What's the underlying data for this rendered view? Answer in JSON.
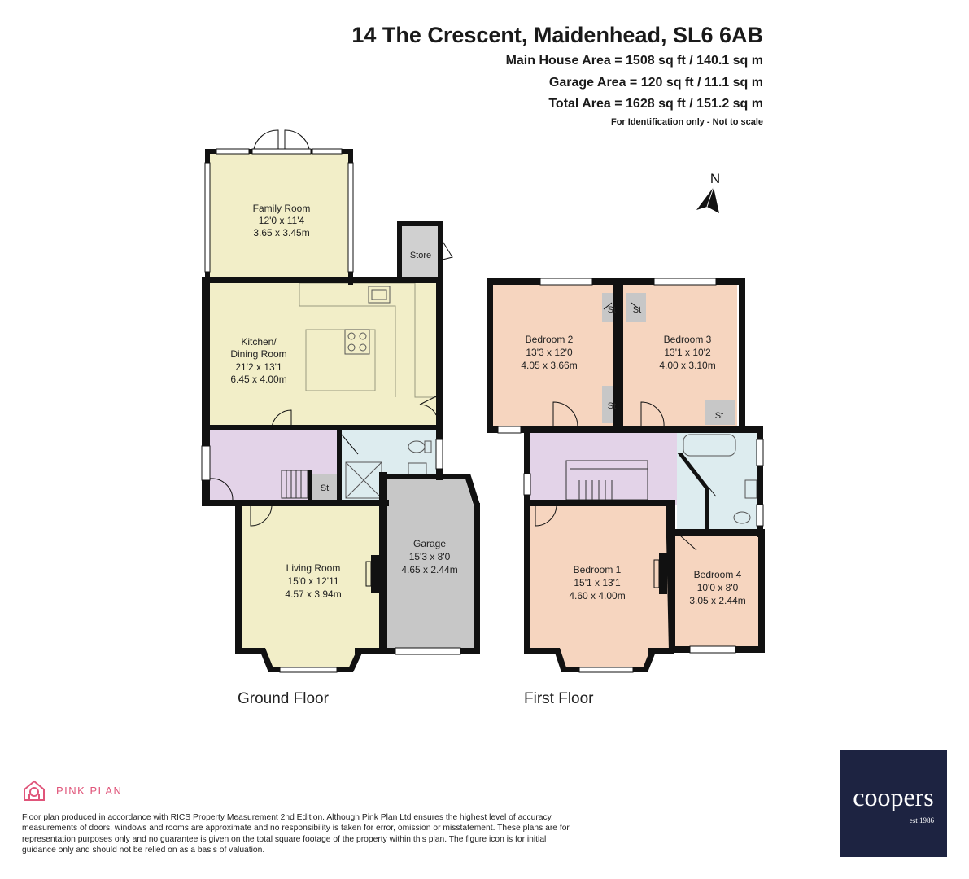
{
  "header": {
    "title": "14 The Crescent, Maidenhead, SL6 6AB",
    "main_area": "Main House Area = 1508 sq ft / 140.1 sq m",
    "garage_area": "Garage Area = 120 sq ft / 11.1 sq m",
    "total_area": "Total Area = 1628 sq ft / 151.2 sq m",
    "note": "For Identification only - Not to scale"
  },
  "compass": {
    "label": "N"
  },
  "floors": {
    "ground": {
      "label": "Ground Floor",
      "rooms": {
        "family": {
          "name": "Family Room",
          "imperial": "12'0 x 11'4",
          "metric": "3.65 x 3.45m"
        },
        "kitchen": {
          "name_line1": "Kitchen/",
          "name_line2": "Dining Room",
          "imperial": "21'2 x 13'1",
          "metric": "6.45 x 4.00m"
        },
        "living": {
          "name": "Living Room",
          "imperial": "15'0 x 12'11",
          "metric": "4.57 x 3.94m"
        },
        "garage": {
          "name": "Garage",
          "imperial": "15'3 x 8'0",
          "metric": "4.65 x 2.44m"
        },
        "store": {
          "name": "Store"
        },
        "cupboard": {
          "name": "St"
        }
      }
    },
    "first": {
      "label": "First Floor",
      "rooms": {
        "bedroom1": {
          "name": "Bedroom 1",
          "imperial": "15'1 x 13'1",
          "metric": "4.60 x 4.00m"
        },
        "bedroom2": {
          "name": "Bedroom 2",
          "imperial": "13'3 x 12'0",
          "metric": "4.05 x 3.66m"
        },
        "bedroom3": {
          "name": "Bedroom 3",
          "imperial": "13'1 x 10'2",
          "metric": "4.00 x 3.10m"
        },
        "bedroom4": {
          "name": "Bedroom 4",
          "imperial": "10'0 x 8'0",
          "metric": "3.05 x 2.44m"
        },
        "cupboard": {
          "name": "St"
        }
      }
    }
  },
  "colors": {
    "wall": "#111111",
    "ground_room": "#f2eec8",
    "landing": "#e3d3e8",
    "bathroom": "#ddecef",
    "garage": "#c7c7c7",
    "bedroom": "#f6d5bf",
    "brand_pink": "#e0557a",
    "coopers_navy": "#1d2341"
  },
  "footer": {
    "brand": "PINK PLAN",
    "disclaimer": "Floor plan produced in accordance with RICS Property Measurement 2nd Edition. Although Pink Plan Ltd ensures the highest level of accuracy, measurements of doors, windows and rooms are approximate and no responsibility is taken for error, omission or misstatement. These plans are for representation purposes only and no guarantee is given on the total square footage of the property within this plan. The figure icon is for initial guidance only and should not be relied on as a basis of valuation.",
    "agent_logo": {
      "name": "coopers",
      "est": "est 1986"
    }
  }
}
